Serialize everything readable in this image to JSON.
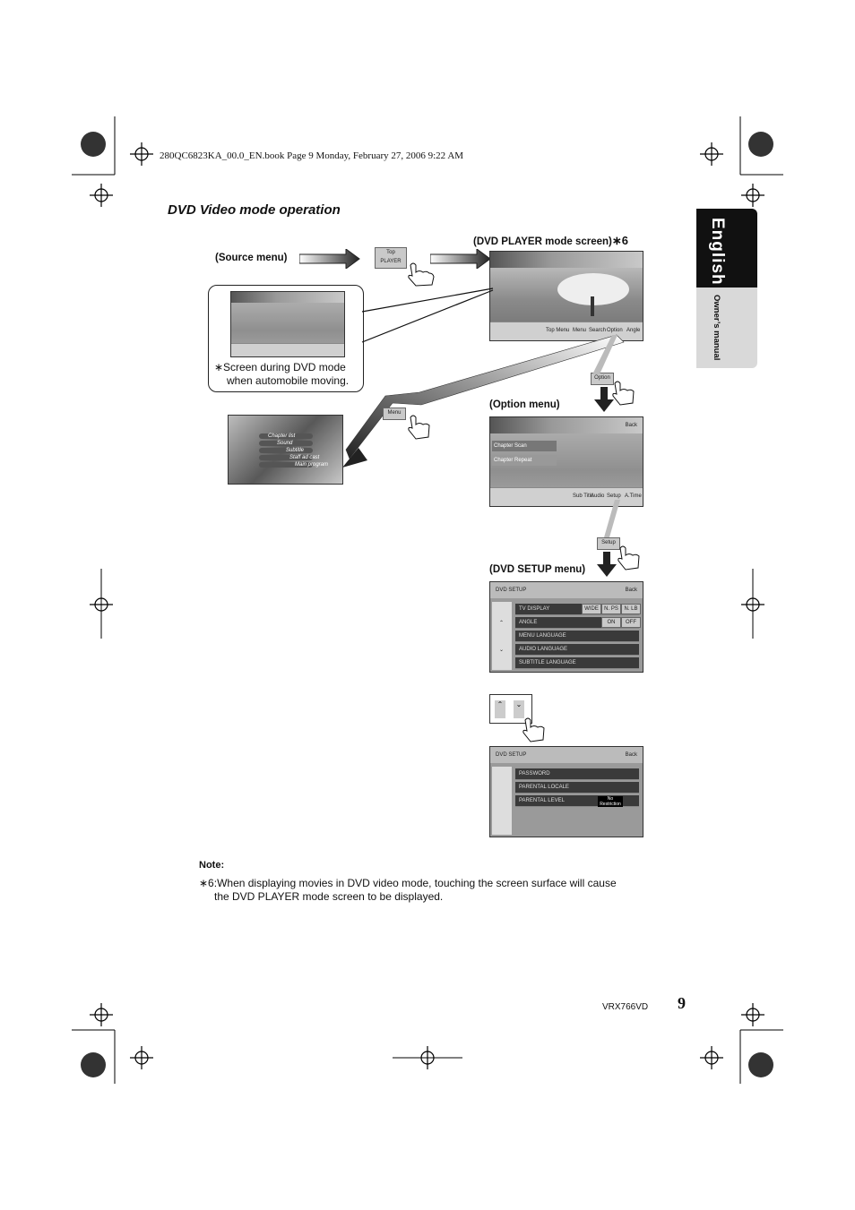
{
  "header": {
    "print_info": "280QC6823KA_00.0_EN.book  Page 9  Monday, February 27, 2006  9:22 AM"
  },
  "side_tab": {
    "language": "English",
    "subtitle": "Owner’s manual"
  },
  "section": {
    "title": "DVD Video mode operation"
  },
  "labels": {
    "source_menu": "(Source menu)",
    "dvd_player_screen": "(DVD PLAYER mode screen)",
    "dvd_player_note_mark": "∗6",
    "option_menu": "(Option menu)",
    "dvd_setup_menu": "(DVD SETUP menu)"
  },
  "callout": {
    "text_line1": "∗Screen during DVD mode",
    "text_line2": "when automobile moving."
  },
  "buttons": {
    "top_player": "Top PLAYER",
    "option": "Option",
    "menu": "Menu",
    "setup": "Setup"
  },
  "dvd_menu_items": [
    "Chapter list",
    "Sound",
    "Subtitle",
    "Staff ad cast",
    "Main program"
  ],
  "player_screen_buttons": [
    "Top Menu",
    "Menu",
    "Search",
    "Option",
    "Angle"
  ],
  "option_menu_items": [
    "Chapter Scan",
    "Chapter Repeat"
  ],
  "option_screen_buttons": [
    "Sub Title",
    "Audio",
    "Setup",
    "A.Time"
  ],
  "setup_page1": {
    "title": "DVD SETUP",
    "rows": [
      "TV DISPLAY",
      "ANGLE",
      "MENU LANGUAGE",
      "AUDIO LANGUAGE",
      "SUBTITLE LANGUAGE"
    ],
    "tv_display_options": [
      "WIDE",
      "N. PS",
      "N. LB"
    ],
    "angle_options": [
      "ON",
      "OFF"
    ]
  },
  "setup_page2": {
    "title": "DVD SETUP",
    "rows": [
      "PASSWORD",
      "PARENTAL LOCALE",
      "PARENTAL LEVEL"
    ],
    "level_value": "No Restriction"
  },
  "back_label": "Back",
  "note": {
    "label": "Note:",
    "line1": "∗6:When displaying movies in DVD video mode, touching the screen surface will cause",
    "line2": "the DVD PLAYER mode screen to be displayed."
  },
  "footer": {
    "model": "VRX766VD",
    "page_number": "9"
  }
}
